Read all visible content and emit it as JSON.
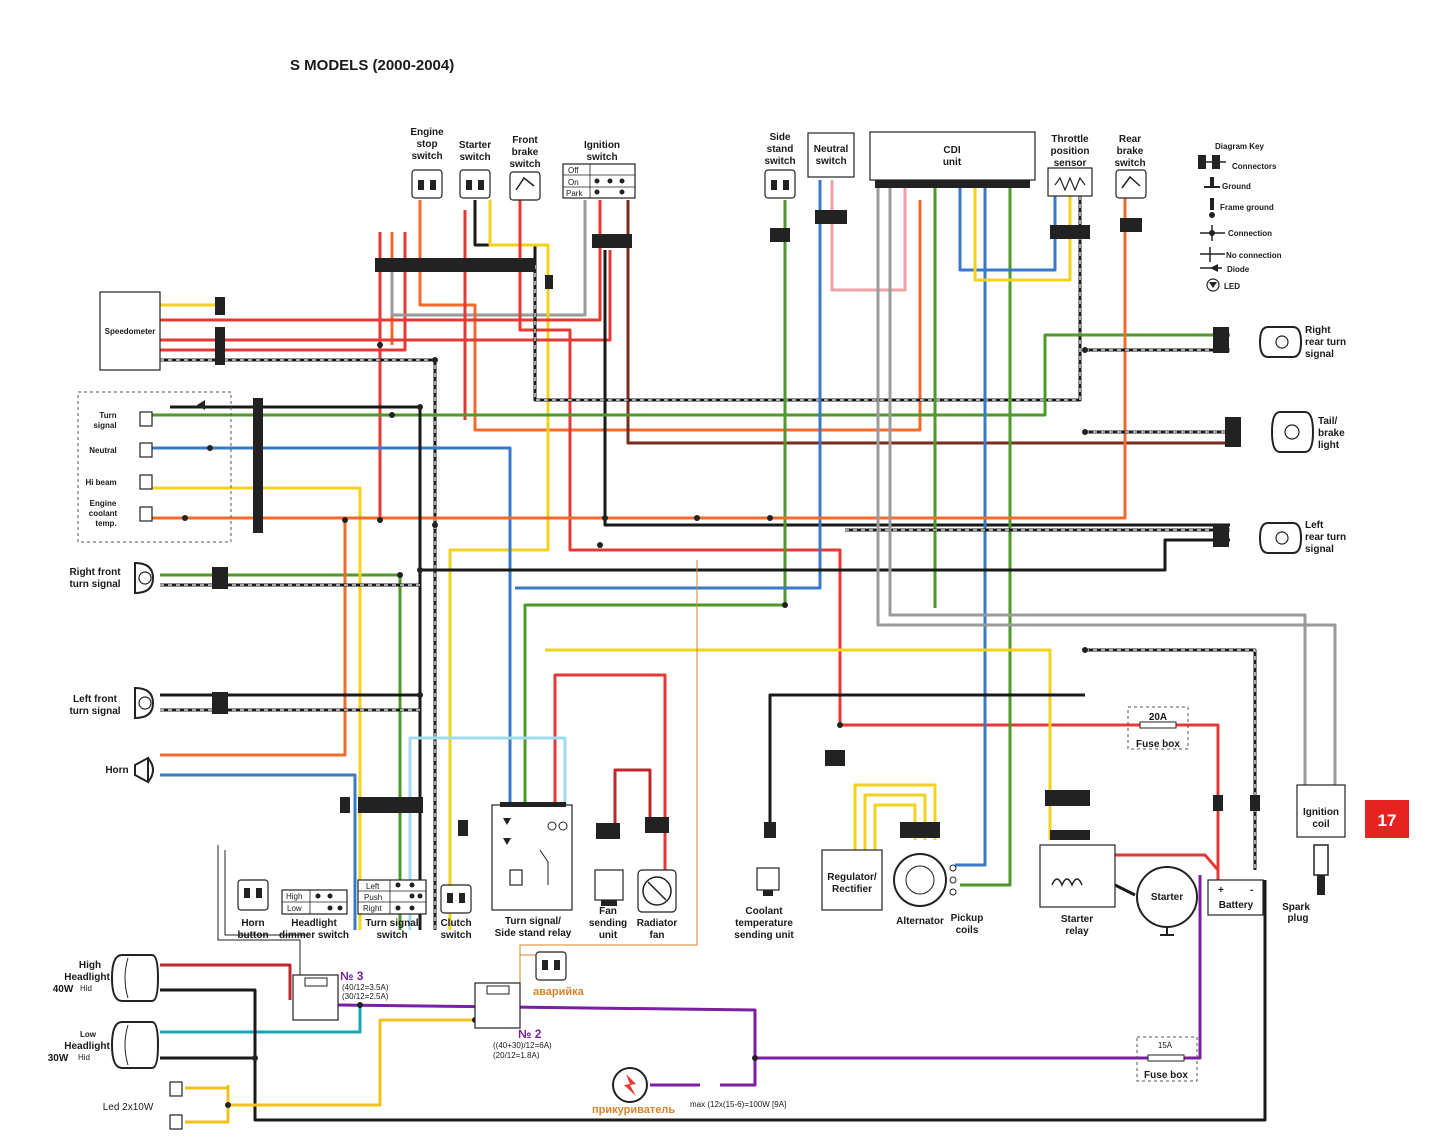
{
  "title": "S MODELS (2000-2004)",
  "page_number": "17",
  "components": {
    "engine_stop_switch": [
      "Engine",
      "stop",
      "switch"
    ],
    "starter_switch": [
      "Starter",
      "switch"
    ],
    "front_brake_switch": [
      "Front",
      "brake",
      "switch"
    ],
    "ignition_switch": [
      "Ignition",
      "switch"
    ],
    "ignition_positions": [
      "Off",
      "On",
      "Park"
    ],
    "side_stand_switch": [
      "Side",
      "stand",
      "switch"
    ],
    "neutral_switch": [
      "Neutral",
      "switch"
    ],
    "cdi_unit": [
      "CDI",
      "unit"
    ],
    "throttle_position_sensor": [
      "Throttle",
      "position",
      "sensor"
    ],
    "rear_brake_switch": [
      "Rear",
      "brake",
      "switch"
    ],
    "speedometer": "Speedometer",
    "turn_signal": [
      "Turn",
      "signal"
    ],
    "neutral": "Neutral",
    "hi_beam": "Hi beam",
    "engine_coolant_temp": [
      "Engine",
      "coolant",
      "temp."
    ],
    "right_front_turn_signal": [
      "Right front",
      "turn signal"
    ],
    "left_front_turn_signal": [
      "Left front",
      "turn signal"
    ],
    "horn": "Horn",
    "right_rear_turn_signal": [
      "Right",
      "rear turn",
      "signal"
    ],
    "tail_brake_light": [
      "Tail/",
      "brake",
      "light"
    ],
    "left_rear_turn_signal": [
      "Left",
      "rear turn",
      "signal"
    ],
    "horn_button": [
      "Horn",
      "button"
    ],
    "headlight_dimmer_switch": [
      "Headlight",
      "dimmer switch"
    ],
    "dimmer_positions": [
      "High",
      "Low"
    ],
    "turn_signal_switch": [
      "Turn signal",
      "switch"
    ],
    "turn_positions": [
      "Left",
      "Push",
      "Right"
    ],
    "clutch_switch": [
      "Clutch",
      "switch"
    ],
    "turn_signal_relay": [
      "Turn signal/",
      "Side stand relay"
    ],
    "fan_sending_unit": [
      "Fan",
      "sending",
      "unit"
    ],
    "radiator_fan": [
      "Radiator",
      "fan"
    ],
    "coolant_temperature_sending_unit": [
      "Coolant",
      "temperature",
      "sending unit"
    ],
    "regulator_rectifier": [
      "Regulator/",
      "Rectifier"
    ],
    "alternator": "Alternator",
    "pickup_coils": [
      "Pickup",
      "coils"
    ],
    "starter_relay": [
      "Starter",
      "relay"
    ],
    "starter": "Starter",
    "battery": "Battery",
    "battery_terminals": [
      "+",
      "-"
    ],
    "ignition_coil": [
      "Ignition",
      "coil"
    ],
    "spark_plug": [
      "Spark",
      "plug"
    ],
    "fuse_box_20a": {
      "rating": "20A",
      "label": "Fuse box"
    },
    "fuse_box_15a": {
      "rating": "15A",
      "label": "Fuse box"
    }
  },
  "diagram_key": {
    "title": "Diagram Key",
    "items": [
      "Connectors",
      "Ground",
      "Frame ground",
      "Connection",
      "No connection",
      "Diode",
      "LED"
    ]
  },
  "modifications": {
    "high_headlight": [
      "High",
      "Headlight",
      "40W",
      "Hid"
    ],
    "low_headlight": [
      "Low",
      "Headlight",
      "30W",
      "Hid"
    ],
    "led": "Led 2x10W",
    "relay3": {
      "title": "№ 3",
      "lines": [
        "(40/12=3.5A)",
        "(30/12=2.5A)"
      ]
    },
    "relay2": {
      "title": "№ 2",
      "lines": [
        "((40+30)/12=6A)",
        "(20/12=1.8A)"
      ]
    },
    "hazard": "аварийка",
    "cigarette_lighter": "прикуриватель",
    "max_note": "max  (12x(15-6)=100W   [9A]"
  },
  "wire_colors": {
    "red": "#e53935",
    "orange": "#f26b2d",
    "yellow": "#f2d21b",
    "green": "#4d9a2a",
    "blue": "#3a78c8",
    "light_blue": "#9fdcf0",
    "pink": "#f0a0a8",
    "brown": "#7b2a1e",
    "gray": "#9a9a9a",
    "black": "#1a1a1a",
    "purple": "#7a1fa2",
    "teal": "#1aa6b7",
    "hid_yellow": "#f2c21b",
    "dark_red": "#c0272d"
  }
}
